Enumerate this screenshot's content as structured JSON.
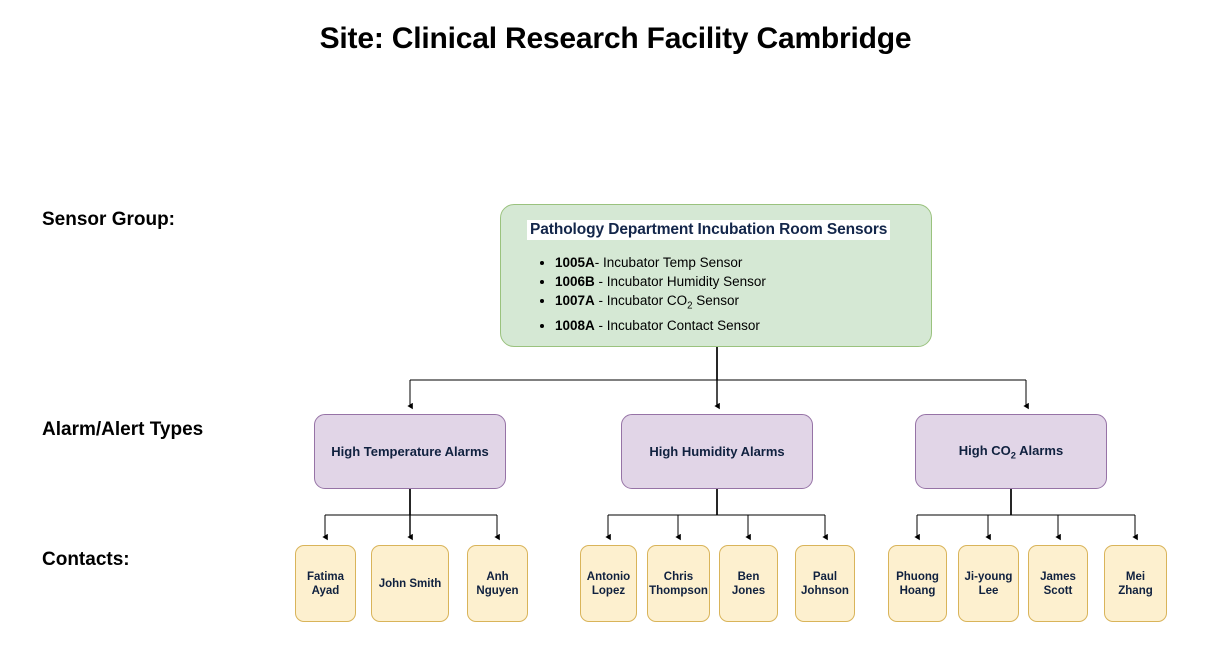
{
  "page": {
    "title": "Site: Clinical Research Facility Cambridge",
    "background_color": "#ffffff"
  },
  "row_labels": {
    "sensor_group": "Sensor Group:",
    "alarm_types": "Alarm/Alert Types",
    "contacts": "Contacts:"
  },
  "colors": {
    "sensor_group_fill": "#d5e8d4",
    "sensor_group_border": "#9ac27e",
    "alarm_fill": "#e1d5e7",
    "alarm_border": "#9673a6",
    "contact_fill": "#fdf0cf",
    "contact_border": "#d9b45a",
    "connector": "#000000",
    "heading_text": "#13264a"
  },
  "sensor_group": {
    "heading": "Pathology Department Incubation Room Sensors",
    "sensors": [
      {
        "id": "1005A",
        "separator": "- ",
        "name": "Incubator Temp Sensor",
        "has_subscript": false
      },
      {
        "id": "1006B",
        "separator": " - ",
        "name": "Incubator Humidity Sensor",
        "has_subscript": false
      },
      {
        "id": "1007A",
        "separator": " - ",
        "name": "Incubator CO2 Sensor",
        "name_prefix": "Incubator CO",
        "subscript": "2",
        "name_suffix": " Sensor",
        "has_subscript": true
      },
      {
        "id": "1008A",
        "separator": " - ",
        "name": "Incubator Contact Sensor",
        "has_subscript": false
      }
    ]
  },
  "alarm_types": [
    {
      "label": "High Temperature Alarms",
      "has_subscript": false
    },
    {
      "label": "High Humidity Alarms",
      "has_subscript": false
    },
    {
      "label": "High CO2 Alarms",
      "label_prefix": "High CO",
      "subscript": "2",
      "label_suffix": " Alarms",
      "has_subscript": true
    }
  ],
  "contact_groups": [
    {
      "alarm": "High Temperature Alarms",
      "contacts": [
        {
          "name": "Fatima Ayad",
          "line1": "Fatima",
          "line2": "Ayad"
        },
        {
          "name": "John Smith",
          "line1": "John Smith",
          "line2": ""
        },
        {
          "name": "Anh Nguyen",
          "line1": "Anh",
          "line2": "Nguyen"
        }
      ]
    },
    {
      "alarm": "High Humidity Alarms",
      "contacts": [
        {
          "name": "Antonio Lopez",
          "line1": "Antonio",
          "line2": "Lopez"
        },
        {
          "name": "Chris Thompson",
          "line1": "Chris",
          "line2": "Thompson"
        },
        {
          "name": "Ben Jones",
          "line1": "Ben Jones",
          "line2": ""
        },
        {
          "name": "Paul Johnson",
          "line1": "Paul",
          "line2": "Johnson"
        }
      ]
    },
    {
      "alarm": "High CO2 Alarms",
      "contacts": [
        {
          "name": "Phuong Hoang",
          "line1": "Phuong",
          "line2": "Hoang"
        },
        {
          "name": "Ji-young Lee",
          "line1": "Ji-young",
          "line2": "Lee"
        },
        {
          "name": "James Scott",
          "line1": "James",
          "line2": "Scott"
        },
        {
          "name": "Mei Zhang",
          "line1": "Mei Zhang",
          "line2": ""
        }
      ]
    }
  ]
}
